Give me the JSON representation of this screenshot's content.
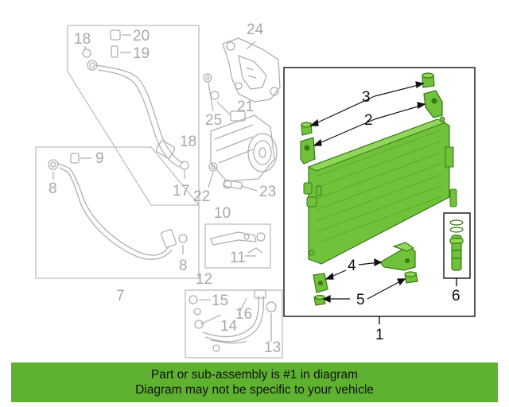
{
  "callouts": {
    "c1": "1",
    "c2": "2",
    "c3": "3",
    "c4": "4",
    "c5": "5",
    "c6": "6",
    "c7": "7",
    "c8a": "8",
    "c8b": "8",
    "c9": "9",
    "c10": "10",
    "c11": "11",
    "c12": "12",
    "c13": "13",
    "c14": "14",
    "c15": "15",
    "c16": "16",
    "c17": "17",
    "c18a": "18",
    "c18b": "18",
    "c19": "19",
    "c20": "20",
    "c21": "21",
    "c22": "22",
    "c23": "23",
    "c24": "24",
    "c25": "25"
  },
  "colors": {
    "highlight_part": "#6fc23a",
    "highlight_dark": "#3a7a14",
    "banner": "#5fb230",
    "faded_part": "#b5b5b5"
  },
  "banner": {
    "line1": "Part or sub-assembly is #1 in diagram",
    "line2": "Diagram may not be specific to your vehicle"
  }
}
